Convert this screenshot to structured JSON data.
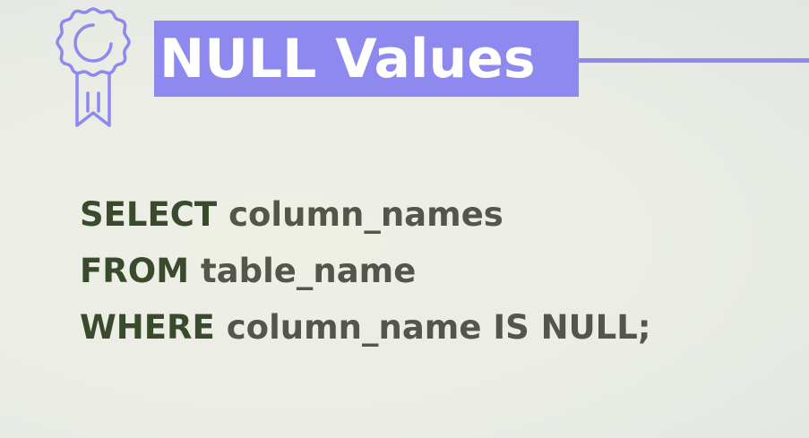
{
  "slide": {
    "title": "NULL Values",
    "accent_color": "#8d89ee",
    "badge_icon": "award-ribbon-icon"
  },
  "code": {
    "lines": [
      {
        "keyword": "SELECT",
        "rest": "column_names"
      },
      {
        "keyword": "FROM",
        "rest": "table_name"
      },
      {
        "keyword": "WHERE",
        "rest": "column_name IS NULL;"
      }
    ]
  }
}
